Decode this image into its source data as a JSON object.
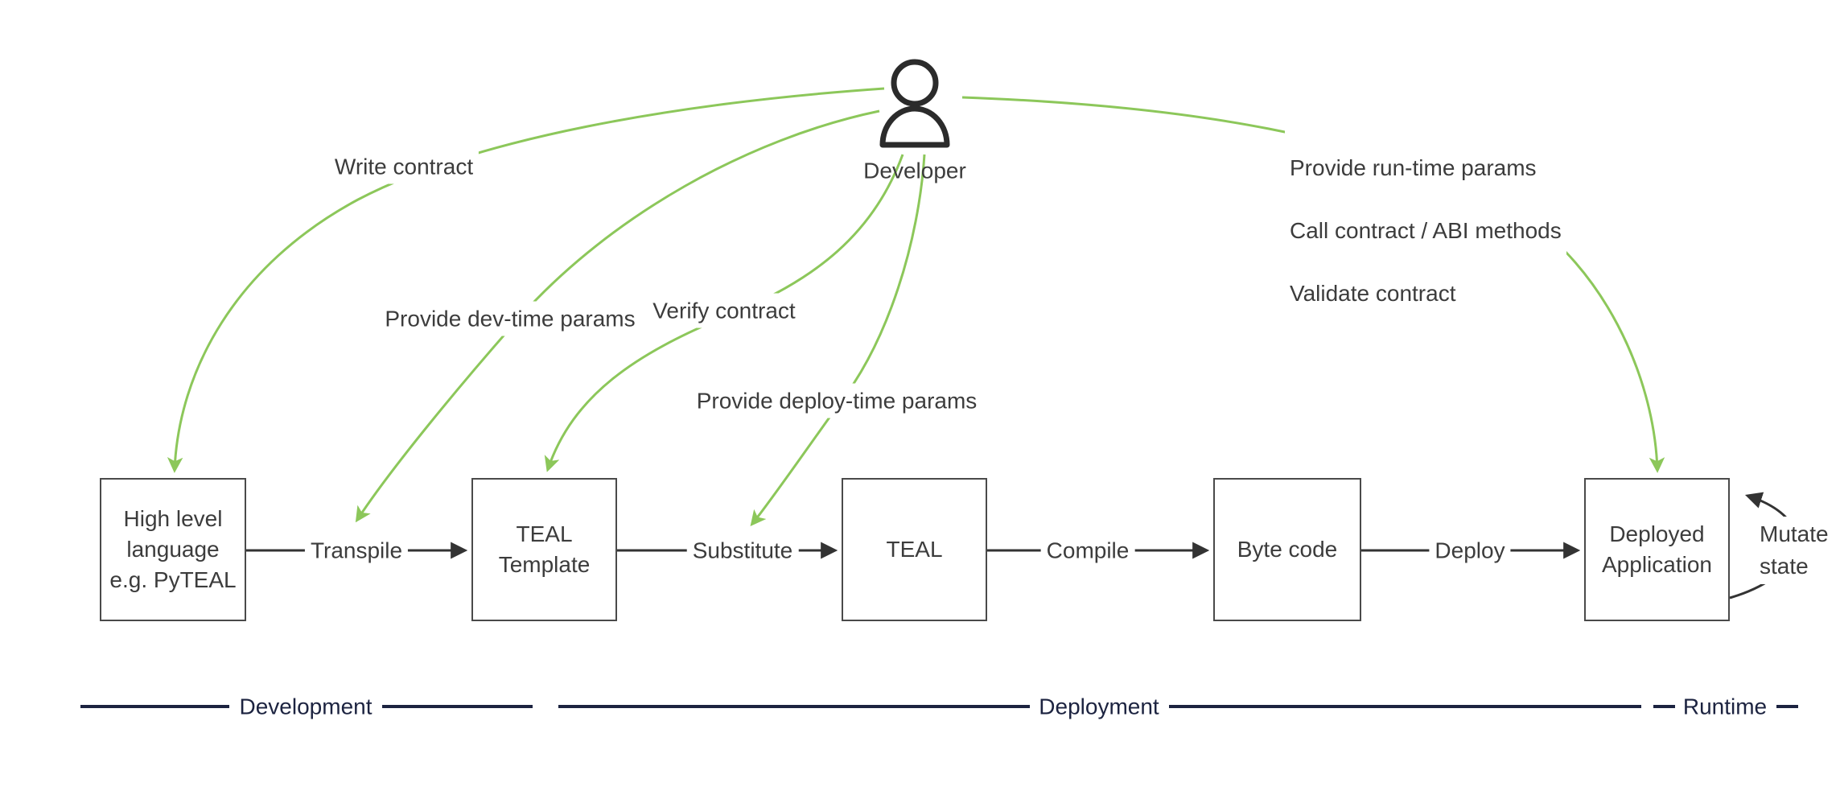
{
  "diagram": {
    "actor": {
      "label": "Developer"
    },
    "nodes": {
      "high_level": "High level\nlanguage\ne.g. PyTEAL",
      "teal_template": "TEAL\nTemplate",
      "teal": "TEAL",
      "byte_code": "Byte code",
      "deployed_app": "Deployed\nApplication"
    },
    "flow_edges": {
      "transpile": "Transpile",
      "substitute": "Substitute",
      "compile": "Compile",
      "deploy": "Deploy"
    },
    "actions": {
      "write_contract": "Write contract",
      "dev_time_params": "Provide dev-time params",
      "verify_contract": "Verify contract",
      "deploy_time_params": "Provide deploy-time params",
      "runtime_params": "Provide run-time params",
      "call_contract": "Call contract / ABI methods",
      "validate_contract": "Validate contract",
      "mutate_state": "Mutate\nstate"
    },
    "phases": {
      "development": "Development",
      "deployment": "Deployment",
      "runtime": "Runtime"
    },
    "colors": {
      "action_green": "#8cc75a",
      "flow_dark": "#333333",
      "phase_navy": "#1c2340",
      "text_gray": "#3c3c3c"
    }
  }
}
